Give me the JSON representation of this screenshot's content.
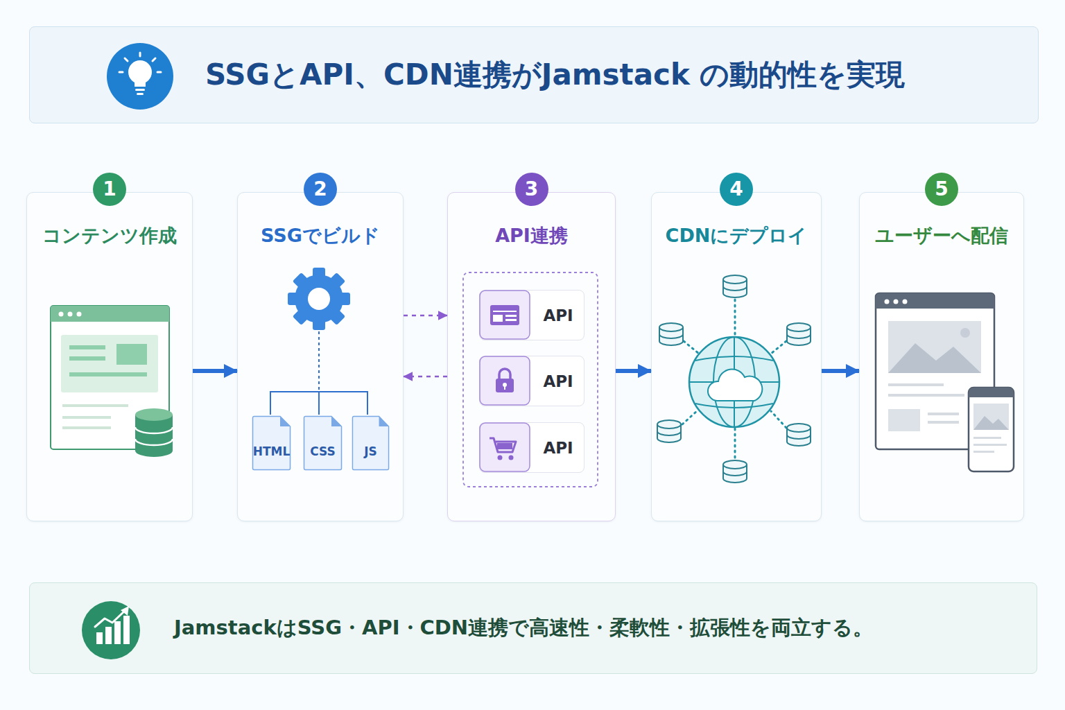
{
  "diagram": {
    "title": "SSGとAPI、CDN連携がJamstack の動的性を実現",
    "caption": "JamstackはSSG・API・CDN連携で高速性・柔軟性・拡張性を両立する。",
    "nodes": [
      {
        "text": [
          "1",
          "コンテンツ作成"
        ]
      },
      {
        "text": [
          "2",
          "SSGでビルド"
        ]
      },
      {
        "text": [
          "HTML"
        ],
        "in": 1
      },
      {
        "text": [
          "CSS"
        ],
        "in": 1
      },
      {
        "text": [
          "JS"
        ],
        "in": 1
      },
      {
        "text": [
          "3",
          "API連携"
        ]
      },
      {
        "text": [
          "API"
        ],
        "in": 5
      },
      {
        "text": [
          "API"
        ],
        "in": 5
      },
      {
        "text": [
          "API"
        ],
        "in": 5
      },
      {
        "text": [
          "4",
          "CDNにデプロイ"
        ]
      },
      {
        "text": [
          "5",
          "ユーザーへ配信"
        ]
      }
    ],
    "edges": [
      {
        "from": 0,
        "to": 1,
        "arrow": "to"
      },
      {
        "from": 1,
        "to": 5,
        "arrow": "to"
      },
      {
        "from": 5,
        "to": 1,
        "arrow": "to"
      },
      {
        "from": 5,
        "to": 9,
        "arrow": "to"
      },
      {
        "from": 9,
        "to": 10,
        "arrow": "to"
      }
    ]
  }
}
